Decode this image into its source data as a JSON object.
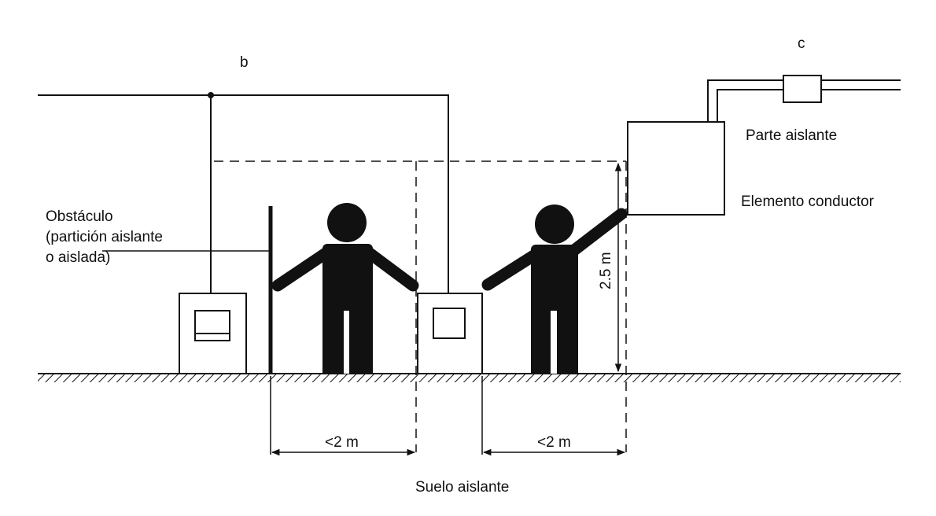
{
  "labels": {
    "b": "b",
    "c": "c",
    "parte_aislante": "Parte aislante",
    "elemento_conductor": "Elemento conductor",
    "obstaculo": "Obstáculo (partición aislante o aislada)",
    "height": "2.5 m",
    "dist_left": "<2 m",
    "dist_right": "<2 m",
    "suelo": "Suelo aislante"
  },
  "colors": {
    "ink": "#111111",
    "background": "#ffffff"
  }
}
